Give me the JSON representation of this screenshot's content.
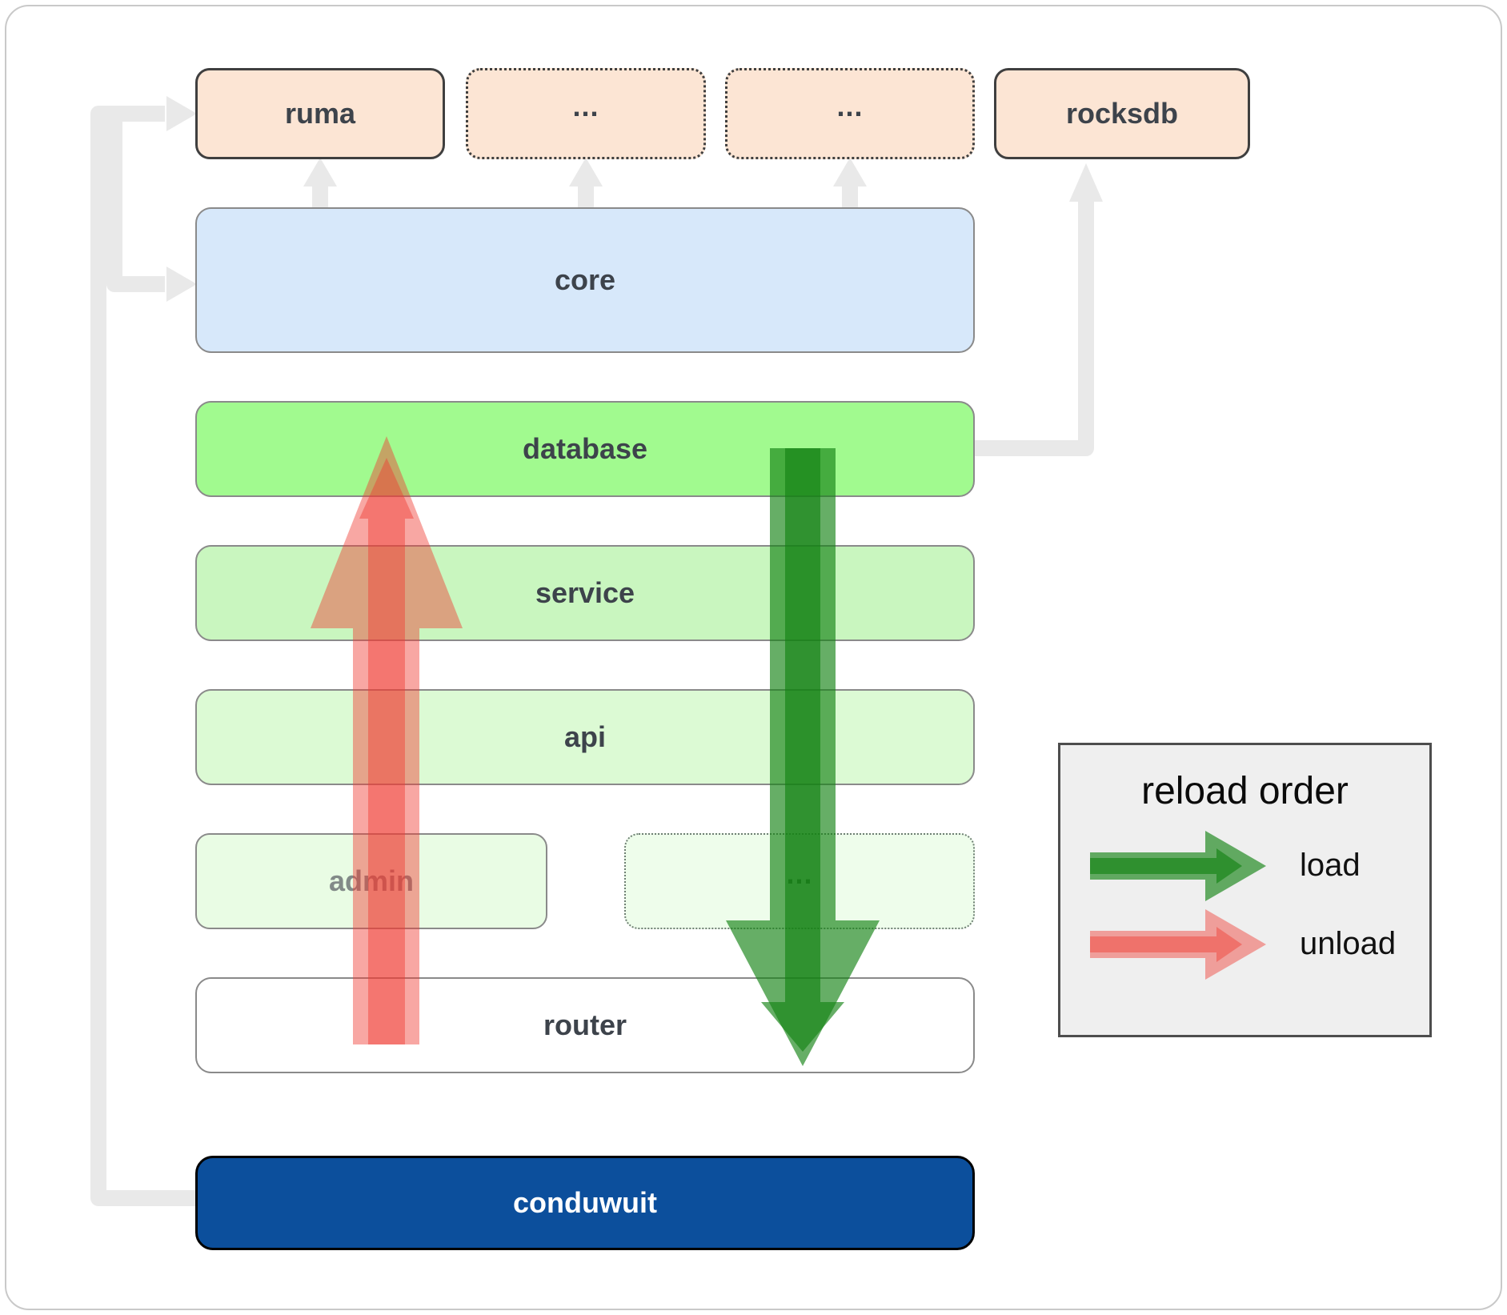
{
  "nodes": {
    "ruma": {
      "label": "ruma"
    },
    "ellipsis1": {
      "label": "..."
    },
    "ellipsis2": {
      "label": "..."
    },
    "rocksdb": {
      "label": "rocksdb"
    },
    "core": {
      "label": "core"
    },
    "database": {
      "label": "database"
    },
    "service": {
      "label": "service"
    },
    "api": {
      "label": "api"
    },
    "admin": {
      "label": "admin"
    },
    "ellipsis3": {
      "label": "..."
    },
    "router": {
      "label": "router"
    },
    "conduwuit": {
      "label": "conduwuit"
    }
  },
  "legend": {
    "title": "reload order",
    "items": [
      {
        "label": "load",
        "color": "green"
      },
      {
        "label": "unload",
        "color": "red"
      }
    ]
  },
  "colors": {
    "arrow_green": "rgba(20,130,20,0.65)",
    "arrow_red": "rgba(240,60,50,0.45)",
    "connector_gray": "#e9e9e9",
    "node_peach": "#fce5d4",
    "node_blue": "#d7e8fa",
    "node_green_bright": "#a1fa8f",
    "node_green_mid": "#c9f6bf",
    "node_green_light": "#dcfad4",
    "node_green_faint": "#e9fce4",
    "conduwuit_blue": "#0c4f9c",
    "legend_bg": "#efefef"
  }
}
